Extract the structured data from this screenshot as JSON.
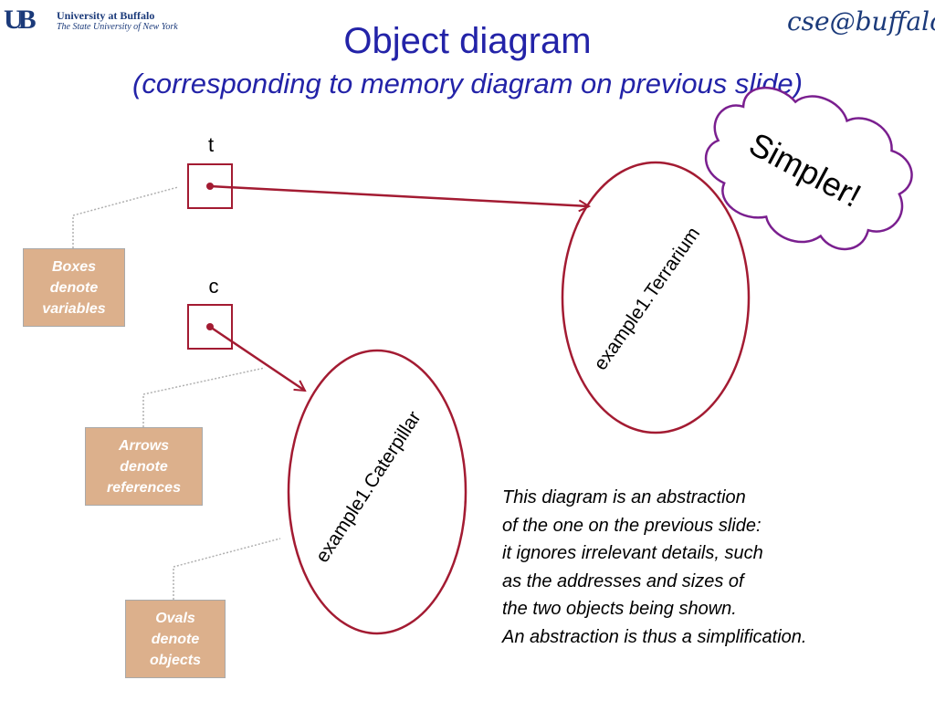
{
  "header": {
    "logo_mark": "UB",
    "logo_line1": "University at Buffalo",
    "logo_line2": "The State University of New York",
    "cse_logo": "cse@buffalo"
  },
  "slide": {
    "title": "Object diagram",
    "subtitle": "(corresponding to memory diagram on previous slide)"
  },
  "variables": [
    {
      "name": "t"
    },
    {
      "name": "c"
    }
  ],
  "objects": [
    {
      "label": "example1.Terrarium"
    },
    {
      "label": "example1.Caterpillar"
    }
  ],
  "callouts": [
    {
      "lines": [
        "Boxes",
        "denote",
        "variables"
      ]
    },
    {
      "lines": [
        "Arrows",
        "denote",
        "references"
      ]
    },
    {
      "lines": [
        "Ovals",
        "denote",
        "objects"
      ]
    }
  ],
  "cloud_text": "Simpler!",
  "note_lines": [
    "This diagram is an abstraction",
    "of the one on the previous slide:",
    "it ignores irrelevant details, such",
    "as the addresses and sizes of",
    "the two objects being shown.",
    "An abstraction is thus a simplification."
  ],
  "colors": {
    "title": "#2323a8",
    "shapes": "#a31b32",
    "cloud": "#7a1f8f",
    "callout_fill": "#dcb08c"
  }
}
